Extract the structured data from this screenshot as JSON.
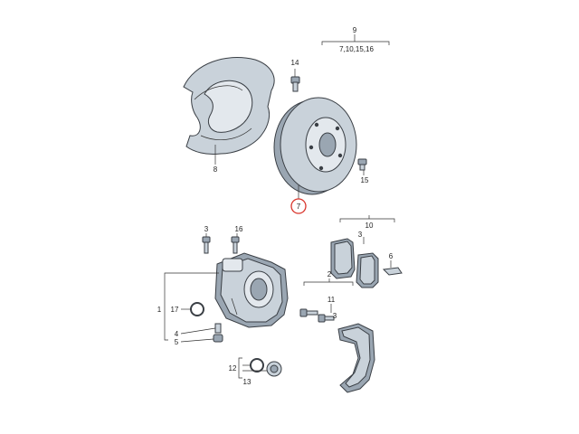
{
  "labels": {
    "l9": "9",
    "l9sub": "7,10,15,16",
    "l14": "14",
    "l8": "8",
    "l15": "15",
    "l7": "7",
    "l3a": "3",
    "l16": "16",
    "l10": "10",
    "l3b": "3",
    "l6": "6",
    "l2": "2",
    "l11": "11",
    "l3c": "3",
    "l1": "1",
    "l17": "17",
    "l4": "4",
    "l5": "5",
    "l12": "12",
    "l13": "13"
  },
  "colors": {
    "highlight": "#d9342b",
    "part": "#c9d2da",
    "part_shadow": "#9aa6b2",
    "line": "#333333"
  }
}
